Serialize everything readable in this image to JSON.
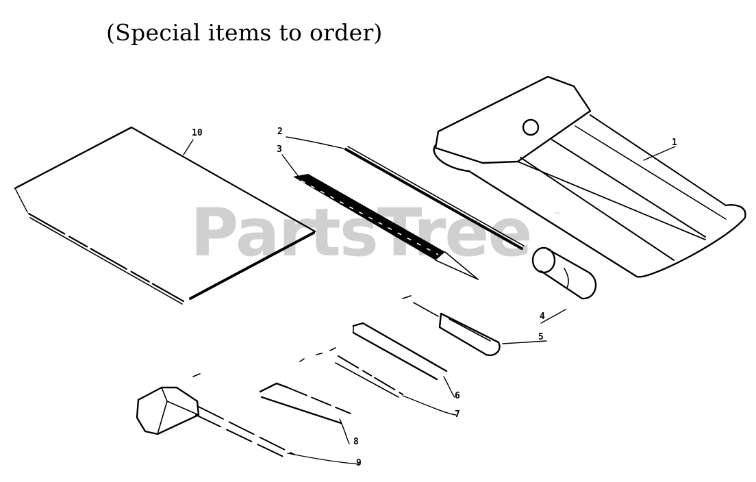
{
  "title": "(Special items to order)",
  "watermark": "PartsTree",
  "watermark_mark": "™",
  "colors": {
    "ink": "#000000",
    "watermark": "#d0d0d0",
    "background": "#ffffff"
  },
  "callouts": [
    {
      "id": "1",
      "label": "1"
    },
    {
      "id": "2",
      "label": "2"
    },
    {
      "id": "3",
      "label": "3"
    },
    {
      "id": "4",
      "label": "4"
    },
    {
      "id": "5",
      "label": "5"
    },
    {
      "id": "6",
      "label": "6"
    },
    {
      "id": "7",
      "label": "7"
    },
    {
      "id": "8",
      "label": "8"
    },
    {
      "id": "9",
      "label": "9"
    },
    {
      "id": "10",
      "label": "10"
    }
  ]
}
